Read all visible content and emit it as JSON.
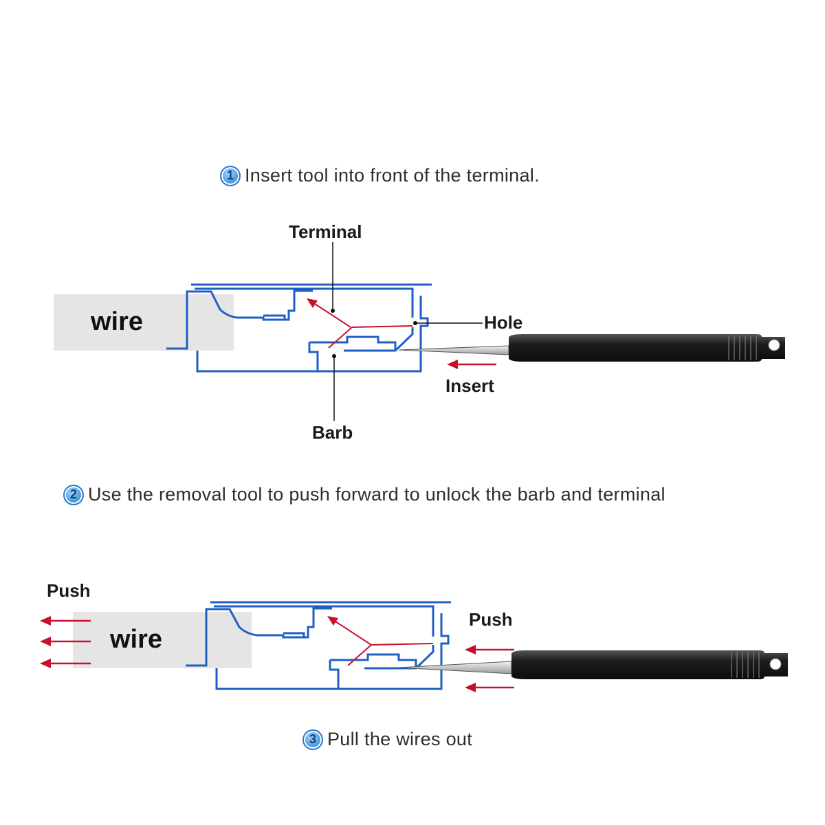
{
  "steps": [
    {
      "number": "1",
      "text": "Insert tool into front of the terminal."
    },
    {
      "number": "2",
      "text": "Use the removal tool to push forward to unlock the barb and terminal"
    },
    {
      "number": "3",
      "text": "Pull the wires out"
    }
  ],
  "diagram1": {
    "wire_label": "wire",
    "terminal_label": "Terminal",
    "hole_label": "Hole",
    "barb_label": "Barb",
    "insert_label": "Insert"
  },
  "diagram2": {
    "wire_label": "wire",
    "push_left_label": "Push",
    "push_right_label": "Push"
  },
  "colors": {
    "outline": "#1f5fc4",
    "arrow": "#c8102e",
    "tool_handle": "#222222",
    "wire_fill": "#e5e5e5",
    "badge": "#4f9fe6"
  },
  "icons": [
    "numbered-circle-badge",
    "arrow-left",
    "removal-tool"
  ]
}
